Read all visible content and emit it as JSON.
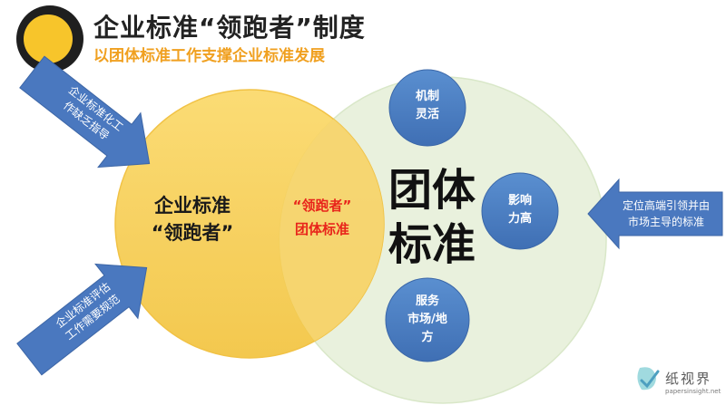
{
  "header": {
    "title": "企业标准“领跑者”制度",
    "subtitle": "以团体标准工作支撑企业标准发展"
  },
  "diagram": {
    "left_circle_label_line1": "企业标准",
    "left_circle_label_line2": "“领跑者”",
    "overlap_label_line1": "“领跑者”",
    "overlap_label_line2": "团体标准",
    "right_circle_label_line1": "团体",
    "right_circle_label_line2": "标准",
    "bubbles": [
      {
        "line1": "机制",
        "line2": "灵活",
        "line3": ""
      },
      {
        "line1": "影响",
        "line2": "力高",
        "line3": ""
      },
      {
        "line1": "服务",
        "line2": "市场/地",
        "line3": "方"
      }
    ],
    "arrows": {
      "top_left_line1": "企业标准化工",
      "top_left_line2": "作缺乏指导",
      "bottom_left_line1": "企业标准评估",
      "bottom_left_line2": "工作需要规范",
      "right_line1": "定位高端引领并由",
      "right_line2": "市场主导的标准"
    }
  },
  "watermark": {
    "text": "纸视界",
    "url": "papersinsight.net"
  },
  "colors": {
    "yellow_circle": "#f8cf5a",
    "green_circle": "#e8f1dc",
    "bubble_blue": "#4a7fc4",
    "arrow_blue": "#4a78bf",
    "overlap_text": "#e8241b",
    "subtitle": "#f0a020",
    "logo_dark": "#1f1f1f",
    "logo_yellow": "#f7c52b"
  }
}
